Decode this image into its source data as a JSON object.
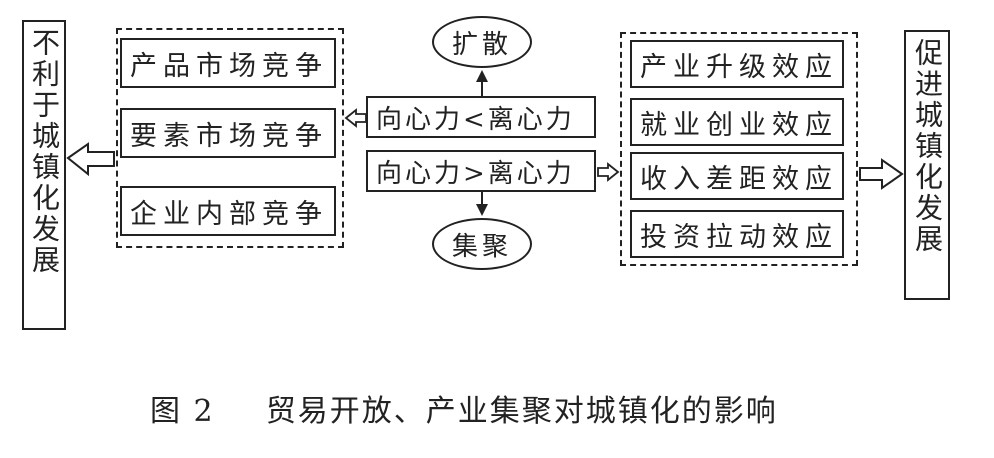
{
  "left_outcome": "不利于城镇化发展",
  "right_outcome": "促进城镇化发展",
  "competition_items": [
    "产品市场竞争",
    "要素市场竞争",
    "企业内部竞争"
  ],
  "forces": {
    "centrifugal_dominant": "向心力<离心力",
    "centripetal_dominant": "向心力>离心力"
  },
  "diffusion": "扩散",
  "agglomeration": "集聚",
  "effect_items": [
    "产业升级效应",
    "就业创业效应",
    "收入差距效应",
    "投资拉动效应"
  ],
  "caption": {
    "number": "图 2",
    "title": "贸易开放、产业集聚对城镇化的影响"
  }
}
